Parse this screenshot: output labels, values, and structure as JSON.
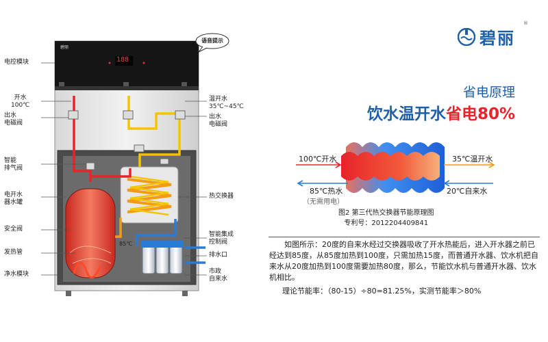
{
  "brand": {
    "name": "碧丽",
    "registered": "®"
  },
  "headline": {
    "line1": "省电原理",
    "line2_part1": "饮水温开水",
    "line2_part2": "省电80%"
  },
  "colors": {
    "blue": "#1e5fa8",
    "red": "#e8232a",
    "orange": "#f39c12",
    "yellow": "#f5c400"
  },
  "machine": {
    "top_logo": "碧丽",
    "display_digits": "188",
    "voice_bubble": "语音提示",
    "left_labels": [
      "电控模块",
      "开水",
      "100℃",
      "出水",
      "电磁阀",
      "智能",
      "排气阀",
      "电开水",
      "器水罐",
      "安全阀",
      "发热管",
      "净水模块"
    ],
    "right_labels": [
      "温开水",
      "35℃~45℃",
      "出水",
      "电磁阀",
      "热交换器",
      "智能集成",
      "控制阀",
      "排水口",
      "市政",
      "自来水"
    ],
    "temp_85": "85℃"
  },
  "exchanger": {
    "in_hot": "100℃开水",
    "out_warm": "35℃温开水",
    "out_hot": "85℃热水",
    "out_hot_note": "（无需用电）",
    "in_cold": "20℃自来水"
  },
  "caption": {
    "line1": "图2 第三代热交换器节能原理图",
    "line2": "专利号：2012204409841"
  },
  "paragraph": "如图所示：20度的自来水经过交换器吸收了开水热能后，进入开水器之前已经达到85度，从85度加热到100度，只需加热15度，而普通开水器、饮水机把自来水从20度加热到100度需要加热80度，那么，节能饮水机与普通开水器、饮水机相比。",
  "savings": "理论节能率：（80-15）÷80=81.25%，实测节能率＞80%"
}
